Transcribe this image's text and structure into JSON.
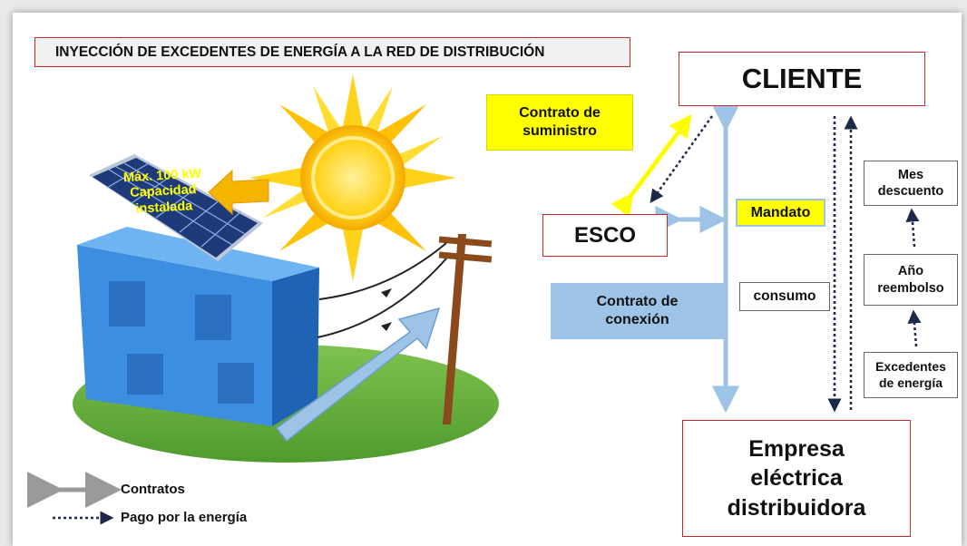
{
  "title": "INYECCIÓN DE EXCEDENTES DE ENERGÍA A LA RED DE DISTRIBUCIÓN",
  "panel_label": [
    "Máx. 100 kW",
    "Capacidad",
    "instalada"
  ],
  "nodes": {
    "cliente": "CLIENTE",
    "esco": "ESCO",
    "empresa": [
      "Empresa",
      "eléctrica",
      "distribuidora"
    ],
    "contrato_suministro": [
      "Contrato de",
      "suministro"
    ],
    "mandato": "Mandato",
    "contrato_conexion": [
      "Contrato de",
      "conexión"
    ],
    "consumo": "consumo",
    "mes_descuento": [
      "Mes",
      "descuento"
    ],
    "ano_reembolso": [
      "Año",
      "reembolso"
    ],
    "excedentes": [
      "Excedentes",
      "de energía"
    ]
  },
  "legend": {
    "contratos": "Contratos",
    "pago": "Pago por la energía"
  },
  "colors": {
    "border_red": "#c62828",
    "yellow": "#ffff00",
    "light_blue": "#9dc3e6",
    "building_blue": "#3b8ee0",
    "sun_yellow": "#ffd21a",
    "grass_green": "#6ab344"
  }
}
